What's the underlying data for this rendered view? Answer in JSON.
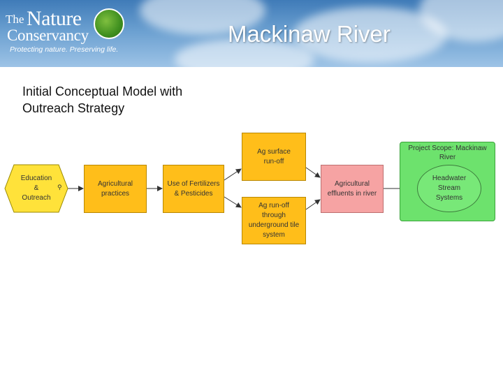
{
  "header": {
    "logo": {
      "the": "The",
      "nature": "Nature",
      "conservancy": "Conservancy",
      "tagline": "Protecting nature. Preserving life."
    },
    "title": "Mackinaw River"
  },
  "subtitle": "Initial Conceptual Model with\nOutreach Strategy",
  "diagram": {
    "strategy": "Education\n&\nOutreach",
    "ag_practices": "Agricultural\npractices",
    "fertilizers": "Use of Fertilizers\n& Pesticides",
    "surface_runoff": "Ag surface\nrun-off",
    "tile_runoff": "Ag run-off\nthrough\nunderground tile\nsystem",
    "effluents": "Agricultural\neffluents in river",
    "scope_label": "Project Scope: Mackinaw\nRiver",
    "target": "Headwater\nStream\nSystems"
  },
  "colors": {
    "factor": "#ffbe1a",
    "threat": "#f6a3a3",
    "scope": "#6de26d",
    "strategy": "#ffe23a"
  }
}
